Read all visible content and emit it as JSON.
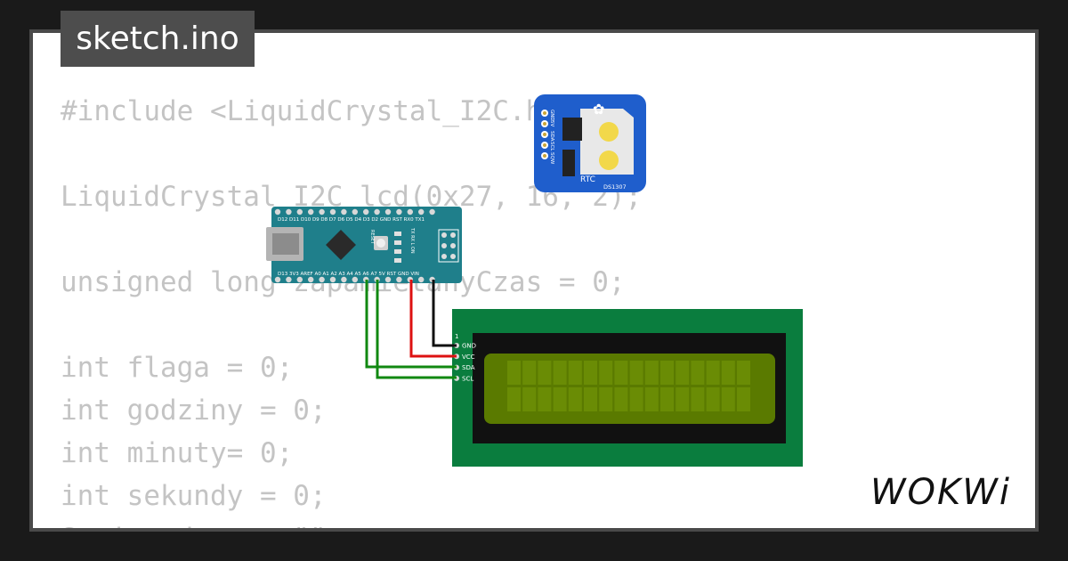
{
  "tab": {
    "filename": "sketch.ino"
  },
  "code_lines": [
    "#include <LiquidCrystal_I2C.h>",
    "",
    "LiquidCrystal_I2C lcd(0x27, 16, 2);",
    "",
    "unsigned long zapamietanyCzas = 0;",
    "",
    "int flaga = 0;",
    "int godziny = 0;",
    "int minuty= 0;",
    "int sekundy = 0;",
    "String data = \"\";"
  ],
  "rtc": {
    "label": "RTC",
    "model": "DS1307",
    "pins": [
      "GND",
      "5V",
      "SDA",
      "SCL",
      "SQW"
    ]
  },
  "lcd": {
    "pin_number": "1",
    "pins": [
      "GND",
      "VCC",
      "SDA",
      "SCL"
    ]
  },
  "nano": {
    "top_pins": "D12 D11 D10 D9 D8 D7 D6 D5 D4 D3 D2 GND RST RX0 TX1",
    "bottom_pins": "D13 3V3 AREF A0 A1 A2 A3 A4 A5 A6 A7 5V RST GND VIN",
    "reset_label": "RESET",
    "led_labels": "TX RX L ON"
  },
  "brand": {
    "logo": "WOKWi"
  },
  "colors": {
    "nano_board": "#1f7f8b",
    "rtc_board": "#1f5ecc",
    "lcd_board": "#0a7d3e",
    "lcd_screen": "#5a7a00",
    "wire_green": "#118811",
    "wire_red": "#dd1111",
    "wire_black": "#111111"
  }
}
